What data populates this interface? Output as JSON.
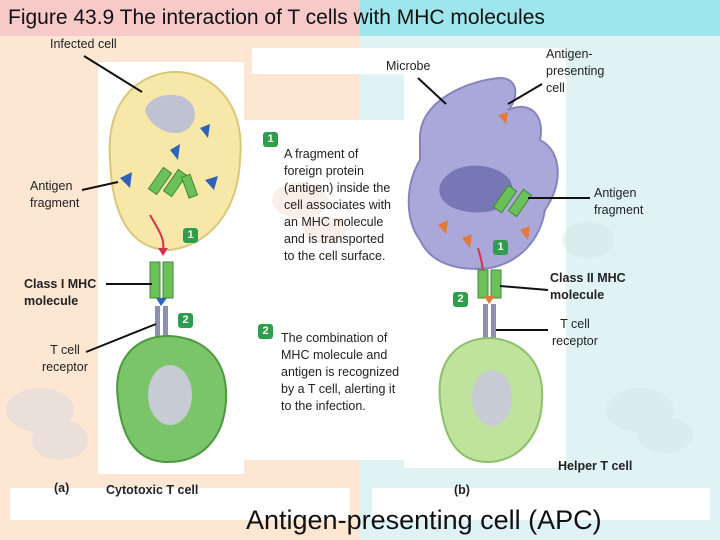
{
  "title": "Figure 43.9 The interaction of T cells with MHC molecules",
  "labels": {
    "infected_cell": "Infected cell",
    "microbe": "Microbe",
    "apc": "Antigen-\npresenting\ncell",
    "antigen_fragment_left": "Antigen\nfragment",
    "antigen_fragment_right": "Antigen\nfragment",
    "class1": "Class I MHC\nmolecule",
    "class2": "Class II MHC\nmolecule",
    "tcr_left": "T cell\nreceptor",
    "tcr_right": "T cell\nreceptor",
    "cytotoxic": "Cytotoxic T cell",
    "helper": "Helper T cell",
    "part_a": "(a)",
    "part_b": "(b)"
  },
  "steps": {
    "step1_num": "1",
    "step1_text": "A fragment of\nforeign protein\n(antigen) inside the\ncell associates with\nan MHC molecule\nand is transported\nto the cell surface.",
    "step2_num": "2",
    "step2_text": "The combination of\nMHC molecule and\nantigen is recognized\nby a T cell, alerting it\nto the infection."
  },
  "caption": "Antigen-presenting cell (APC)",
  "colors": {
    "infected_cell": "#f7e7a8",
    "t_cell": "#7cc46a",
    "apc": "#a9a8d8",
    "mhc": "#6cc05a",
    "antigen": "#2f63b8",
    "step_badge": "#2e9e4c"
  }
}
